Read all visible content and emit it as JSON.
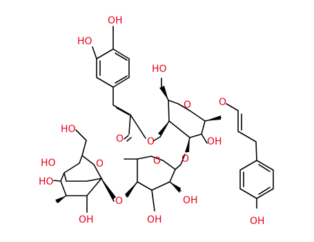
{
  "diagram_type": "chemical structure",
  "colors": {
    "bond": "#000000",
    "heteroatom": "#e8001b"
  },
  "labels": {
    "catechol_oh_top": "OH",
    "catechol_ho_left": "HO",
    "hydroxymethyl_ho_top": "HO",
    "ring_a_o": "O",
    "anomeric_o_a": "O",
    "ester_carbonyl_o": "O",
    "ester_o": "O",
    "ring_a_oh": "OH",
    "glycosidic_o_ab": "O",
    "hydroxymethyl_ho_left": "HO",
    "glucose_oh_1": "HO",
    "glucose_ring_o": "O",
    "rhamnose_ring_o": "O",
    "glucose_oh_2": "HO",
    "glycosidic_o_bc": "O",
    "rhamnose_oh_1": "OH",
    "glucose_oh_3": "OH",
    "rhamnose_oh_2": "OH",
    "phenol_oh": "OH"
  }
}
